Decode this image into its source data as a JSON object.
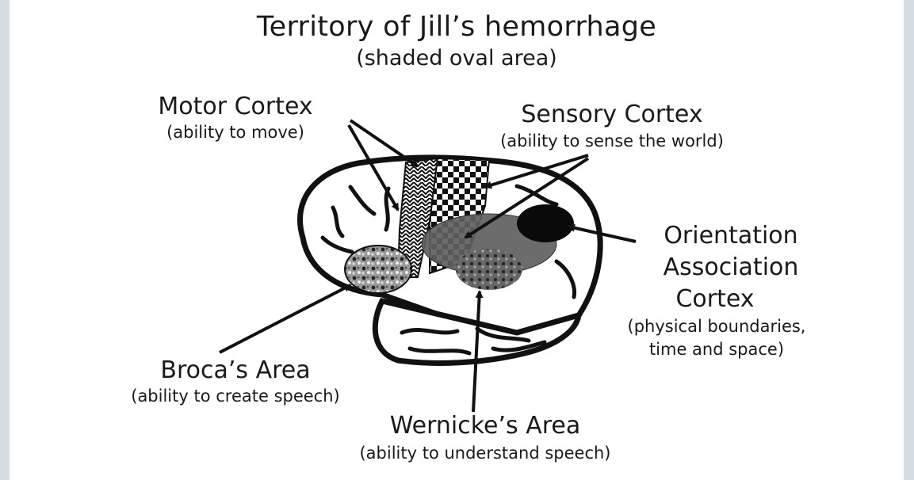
{
  "title": "Territory of Jill’s hemorrhage",
  "subtitle": "(shaded oval area)",
  "labels": {
    "motor": {
      "name": "Motor Cortex",
      "desc": "(ability to move)"
    },
    "sensory": {
      "name": "Sensory Cortex",
      "desc": "(ability to sense the world)"
    },
    "orientation": {
      "name_line1": "Orientation",
      "name_line2": "Association",
      "name_line3": "Cortex",
      "desc_line1": "(physical boundaries,",
      "desc_line2": "time and space)"
    },
    "broca": {
      "name": "Broca’s Area",
      "desc": "(ability to create speech)"
    },
    "wernicke": {
      "name": "Wernicke’s Area",
      "desc": "(ability to understand speech)"
    }
  }
}
